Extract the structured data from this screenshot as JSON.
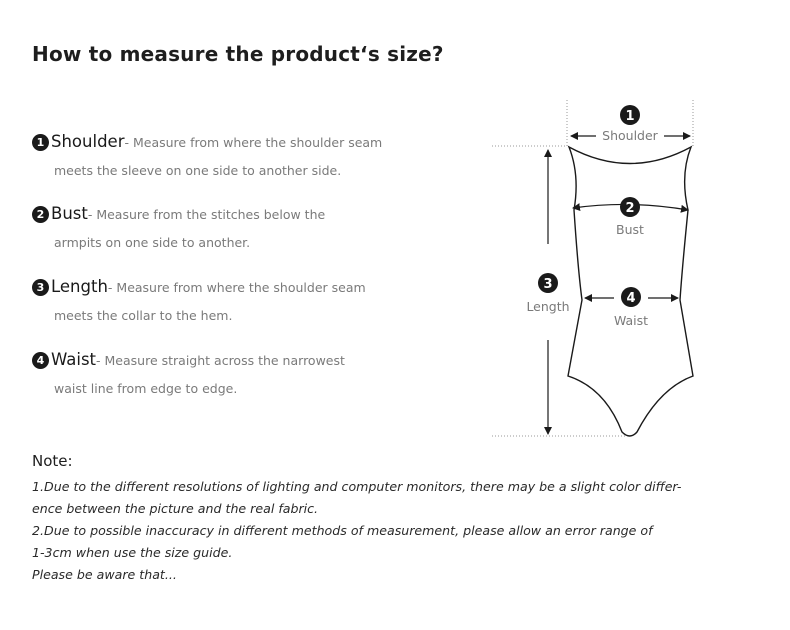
{
  "title": "How to measure the product‘s size?",
  "measurements": [
    {
      "num": "1",
      "name": "Shoulder",
      "desc1": "- Measure from where the shoulder seam",
      "desc2": "meets the sleeve on one side to another side."
    },
    {
      "num": "2",
      "name": "Bust",
      "desc1": "- Measure from the stitches below the",
      "desc2": "armpits on one side to another."
    },
    {
      "num": "3",
      "name": "Length",
      "desc1": "- Measure from where the shoulder seam",
      "desc2": "meets the collar to the hem."
    },
    {
      "num": "4",
      "name": "Waist",
      "desc1": "- Measure straight across the narrowest",
      "desc2": "waist line from edge to edge."
    }
  ],
  "diagram": {
    "labels": {
      "shoulder": "Shoulder",
      "bust": "Bust",
      "length": "Length",
      "waist": "Waist"
    },
    "numbers": {
      "shoulder": "1",
      "bust": "2",
      "length": "3",
      "waist": "4"
    }
  },
  "note": {
    "title": "Note:",
    "lines": [
      "1.Due to the different resolutions of lighting and computer monitors, there may be a slight color differ-",
      "ence between the picture and the real fabric.",
      "2.Due to possible inaccuracy in different methods of measurement, please allow an error range of",
      "1-3cm when use the size guide.",
      "Please be aware that..."
    ]
  }
}
